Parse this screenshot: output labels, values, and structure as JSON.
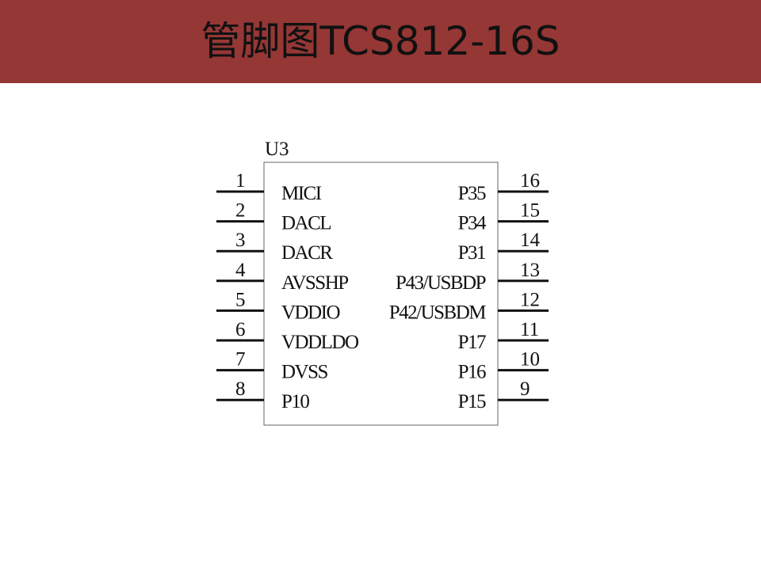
{
  "slide": {
    "title": "管脚图TCS812-16S",
    "accent_color": "#953735"
  },
  "chip": {
    "designator": "U3",
    "left_pins": [
      {
        "number": "1",
        "name": "MICI"
      },
      {
        "number": "2",
        "name": "DACL"
      },
      {
        "number": "3",
        "name": "DACR"
      },
      {
        "number": "4",
        "name": "AVSSHP"
      },
      {
        "number": "5",
        "name": "VDDIO"
      },
      {
        "number": "6",
        "name": "VDDLDO"
      },
      {
        "number": "7",
        "name": "DVSS"
      },
      {
        "number": "8",
        "name": "P10"
      }
    ],
    "right_pins": [
      {
        "number": "16",
        "name": "P35"
      },
      {
        "number": "15",
        "name": "P34"
      },
      {
        "number": "14",
        "name": "P31"
      },
      {
        "number": "13",
        "name": "P43/USBDP"
      },
      {
        "number": "12",
        "name": "P42/USBDM"
      },
      {
        "number": "11",
        "name": "P17"
      },
      {
        "number": "10",
        "name": "P16"
      },
      {
        "number": "9",
        "name": "P15"
      }
    ]
  }
}
